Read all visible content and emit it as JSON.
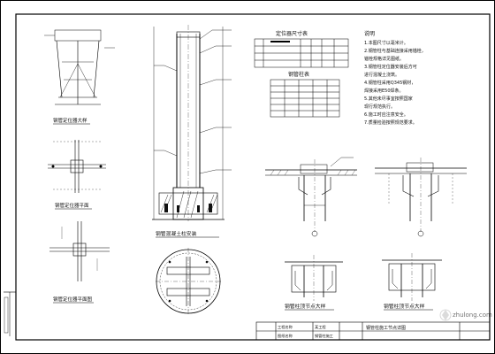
{
  "title_block": {
    "col_a": [
      "工程名称",
      "图纸名称"
    ],
    "col_b": [
      "某工程",
      "钢管柱施工"
    ],
    "drawing_title": "钢管柱施工节点详图",
    "watermark": "zhulong.com"
  },
  "tables": {
    "positioning_title": "定位器尺寸表",
    "steel_title": "钢管柱表"
  },
  "notes": {
    "heading": "说明",
    "lines": [
      "1.本图尺寸以毫米计。",
      "2.钢管柱与基础连接采用锚栓，",
      "  锚栓规格详见图纸。",
      "3.钢管柱定位器安装后方可",
      "  进行混凝土浇筑。",
      "4.钢管柱采用Q345钢材，",
      "  焊接采用E50焊条。",
      "5.其他未尽事宜按照国家",
      "  现行规范执行。",
      "6.施工时应注意安全。",
      "7.质量检验按照规范要求。"
    ]
  },
  "labels": {
    "elev_a": "钢管定位器大样",
    "plan_a": "钢管定位器平面",
    "plan_b": "钢管定位器平面图",
    "column_elev": "钢管混凝土柱安装",
    "detail_1": "钢管柱顶节点大样",
    "detail_2": "钢管柱顶节点大样"
  },
  "icons": {
    "watermark": "zhulong-logo-icon"
  }
}
